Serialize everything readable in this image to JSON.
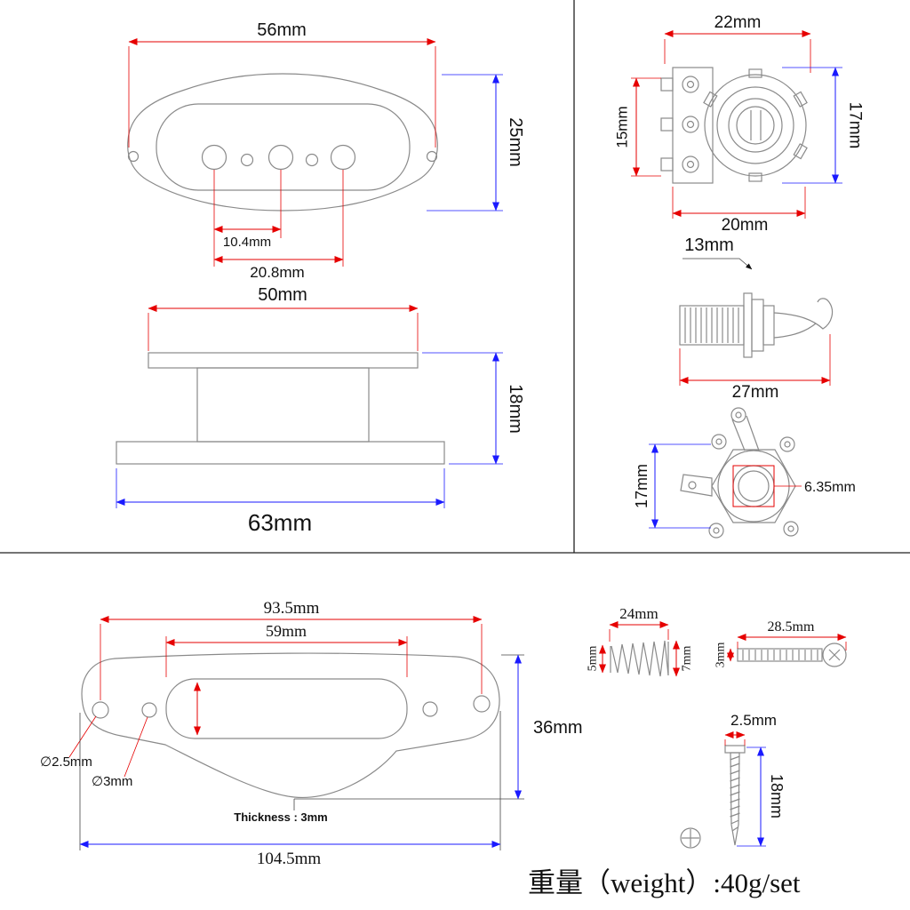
{
  "panels": {
    "pickup_top_view": {
      "width": "56mm",
      "height": "25mm",
      "pole_pitch": "10.4mm",
      "pole_span": "20.8mm"
    },
    "pickup_side_view": {
      "top_width": "50mm",
      "height": "18mm",
      "base_width": "63mm"
    },
    "pot_top_view": {
      "width": "22mm",
      "height": "17mm",
      "bracket_height": "15mm",
      "body_width": "20mm"
    },
    "jack_view": {
      "thread_diameter": "13mm",
      "length": "27mm"
    },
    "pot_front_view": {
      "height": "17mm",
      "shaft_diameter": "6.35mm"
    },
    "plate_view": {
      "hole_span": "93.5mm",
      "slot_width": "59mm",
      "height": "36mm",
      "small_hole": "∅2.5mm",
      "large_hole": "∅3mm",
      "thickness_note": "Thickness : 3mm",
      "length": "104.5mm"
    },
    "spring_view": {
      "length": "24mm",
      "small_end": "5mm",
      "large_end": "7mm"
    },
    "screw_horizontal": {
      "length": "28.5mm",
      "diameter": "3mm"
    },
    "screw_vertical": {
      "diameter": "2.5mm",
      "length": "18mm"
    }
  },
  "footer": {
    "weight_note": "重量（weight）:40g/set"
  },
  "colors": {
    "dimension_red": "#e60000",
    "dimension_blue": "#1a1aff",
    "outline_gray": "#8a8a8a",
    "divider": "#222222",
    "background": "#ffffff",
    "text": "#111111"
  }
}
